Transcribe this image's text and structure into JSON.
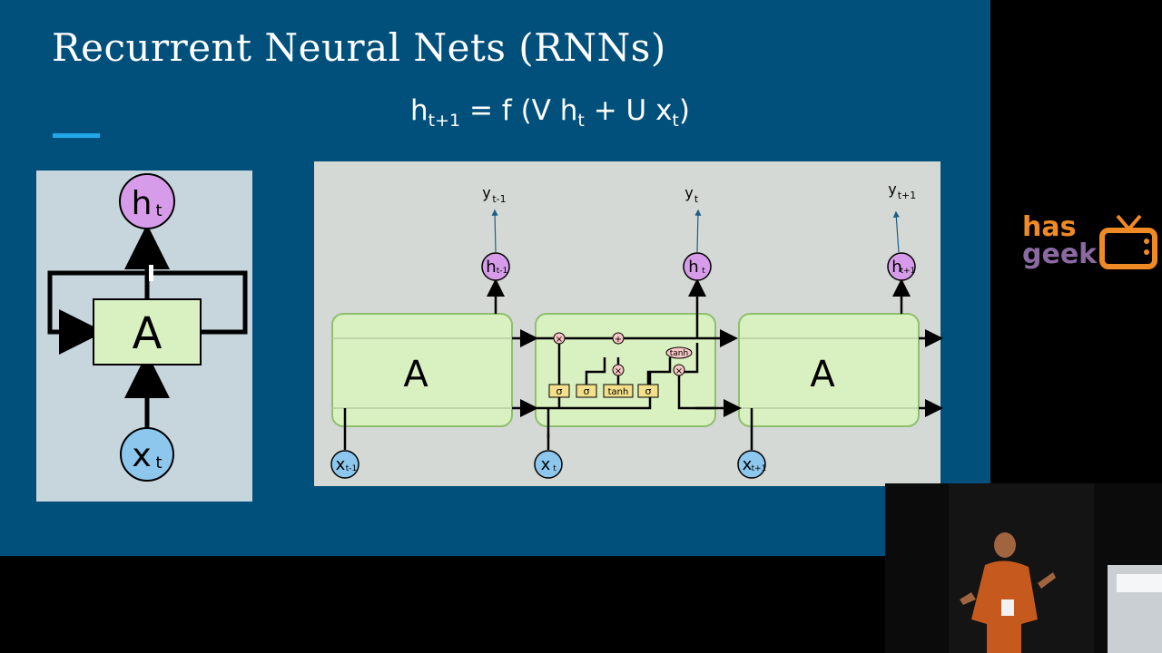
{
  "slide": {
    "title": "Recurrent Neural Nets (RNNs)",
    "equation": {
      "lhs": "h",
      "lhs_sub": "t+1",
      "mid1": " = f (V h",
      "mid1_sub": "t",
      "mid2": " + U x",
      "mid2_sub": "t",
      "tail": ")"
    }
  },
  "left_diagram": {
    "cell_label": "A",
    "output_label": "h",
    "output_sub": "t",
    "input_label": "x",
    "input_sub": "t"
  },
  "right_diagram": {
    "cells": [
      {
        "label": "A"
      },
      {
        "label": ""
      },
      {
        "label": "A"
      }
    ],
    "outputs": [
      {
        "y": "y",
        "y_sub": "t-1",
        "h": "h",
        "h_sub": "t-1"
      },
      {
        "y": "y",
        "y_sub": "t",
        "h": "h",
        "h_sub": "t"
      },
      {
        "y": "y",
        "y_sub": "t+1",
        "h": "h",
        "h_sub": "t+1"
      }
    ],
    "inputs": [
      {
        "x": "x",
        "x_sub": "t-1"
      },
      {
        "x": "x",
        "x_sub": "t"
      },
      {
        "x": "x",
        "x_sub": "t+1"
      }
    ],
    "gates": {
      "sigma": "σ",
      "tanh": "tanh",
      "multiply": "×",
      "add": "+"
    }
  },
  "logo": {
    "line1": "has",
    "line2": "geek"
  },
  "colors": {
    "slide_bg": "#01507b",
    "accent_line": "#22a7e8",
    "cell_fill": "#d9f0c1",
    "output_node": "#d79ce9",
    "input_node": "#8dc7ee",
    "gate_box": "#f4e08a",
    "op_node": "#f7c6c4",
    "logo_orange": "#f08a25",
    "logo_purple": "#8a6aa0"
  }
}
